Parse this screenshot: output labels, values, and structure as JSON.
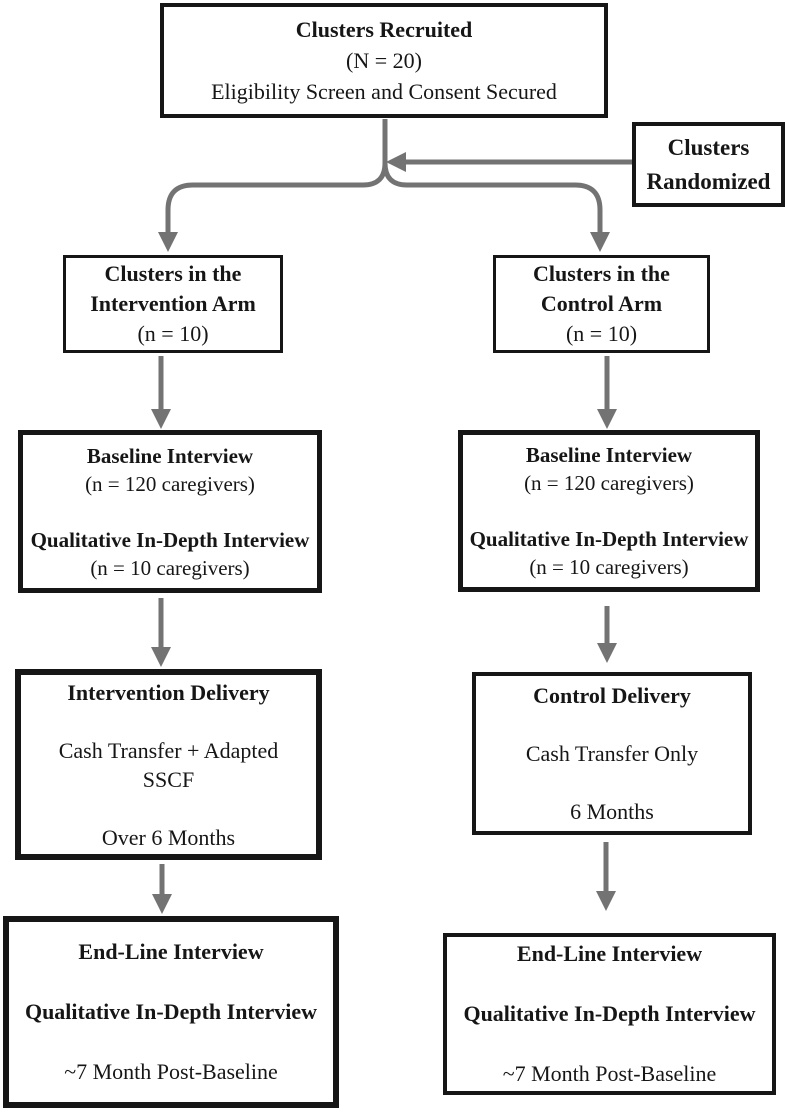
{
  "diagram_title": "Cluster randomized trial flow diagram",
  "colors": {
    "arrow": "#737373",
    "box_border": "#161616",
    "background": "#ffffff",
    "text": "#161616"
  },
  "boxes": {
    "recruited": {
      "lines": [
        "Clusters Recruited",
        "(N = 20)",
        "Eligibility Screen and Consent Secured"
      ]
    },
    "randomized": {
      "lines": [
        "Clusters",
        "Randomized"
      ]
    },
    "intervention_arm": {
      "lines": [
        "Clusters in the",
        "Intervention Arm",
        "(n = 10)"
      ]
    },
    "control_arm": {
      "lines": [
        "Clusters in the",
        "Control Arm",
        "(n = 10)"
      ]
    },
    "baseline_intervention": {
      "lines": [
        "Baseline Interview",
        "(n = 120 caregivers)",
        "",
        "Qualitative In-Depth Interview",
        "(n = 10 caregivers)"
      ]
    },
    "baseline_control": {
      "lines": [
        "Baseline Interview",
        "(n = 120 caregivers)",
        "",
        "Qualitative In-Depth Interview",
        "(n = 10 caregivers)"
      ]
    },
    "intervention_delivery": {
      "lines": [
        "Intervention Delivery",
        "",
        "Cash Transfer + Adapted",
        "SSCF",
        "",
        "Over 6 Months"
      ]
    },
    "control_delivery": {
      "lines": [
        "Control Delivery",
        "",
        "Cash Transfer Only",
        "",
        "6 Months"
      ]
    },
    "endline_intervention": {
      "lines": [
        "End-Line Interview",
        "",
        "Qualitative In-Depth Interview",
        "",
        "~7 Month Post-Baseline"
      ]
    },
    "endline_control": {
      "lines": [
        "End-Line Interview",
        "",
        "Qualitative In-Depth Interview",
        "",
        "~7 Month Post-Baseline"
      ]
    }
  }
}
